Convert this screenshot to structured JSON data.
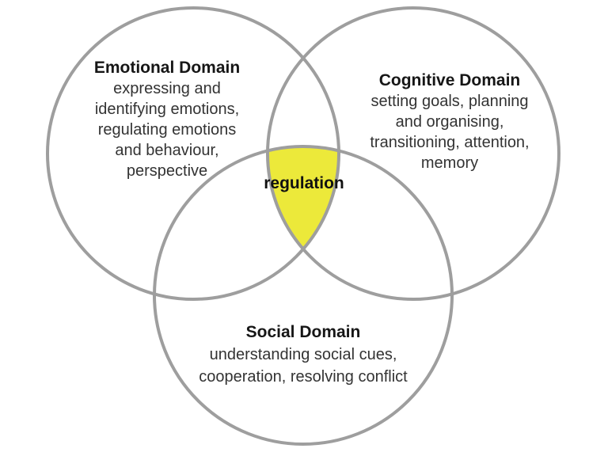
{
  "diagram": {
    "type": "venn-3-circle",
    "center_label": "regulation",
    "sets": [
      {
        "heading": "Emotional Domain",
        "lines": [
          "expressing and",
          "identifying emotions,",
          "regulating emotions",
          "and behaviour,",
          "perspective"
        ]
      },
      {
        "heading": "Cognitive Domain",
        "lines": [
          "setting goals, planning",
          "and organising,",
          "transitioning, attention,",
          "memory"
        ]
      },
      {
        "heading": "Social Domain",
        "lines": [
          "understanding social cues,",
          "cooperation, resolving conflict"
        ]
      }
    ],
    "colors": {
      "circle_stroke": "#9e9e9e",
      "intersection_fill": "#ece93a",
      "heading_text": "#161616",
      "body_text": "#333333",
      "background": "#ffffff"
    }
  }
}
